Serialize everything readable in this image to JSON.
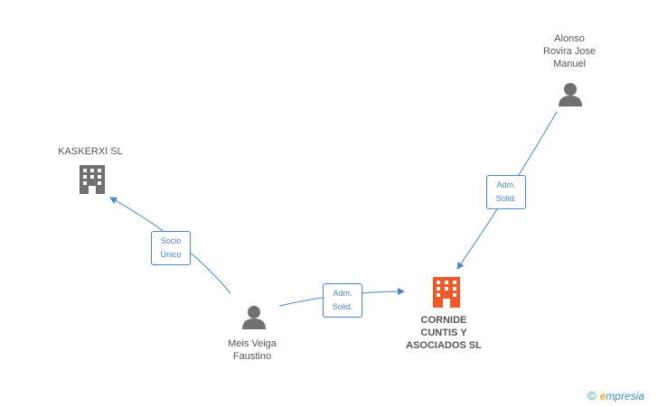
{
  "nodes": [
    {
      "id": "alonso",
      "label": "Alonso\nRovira Jose\nManuel",
      "kind": "person",
      "color": "#707070"
    },
    {
      "id": "kaskerxi",
      "label": "KASKERXI SL",
      "kind": "company",
      "color": "#707070"
    },
    {
      "id": "meis",
      "label": "Meis Veiga\nFaustino",
      "kind": "person",
      "color": "#707070"
    },
    {
      "id": "cornide",
      "label": "CORNIDE\nCUNTIS Y\nASOCIADOS SL",
      "kind": "company",
      "color": "#f05a28"
    }
  ],
  "edges": [
    {
      "from": "meis",
      "to": "kaskerxi",
      "label": "Socio\nÚnico"
    },
    {
      "from": "meis",
      "to": "cornide",
      "label": "Adm.\nSolid."
    },
    {
      "from": "alonso",
      "to": "cornide",
      "label": "Adm.\nSolid."
    }
  ],
  "colors": {
    "edge": "#4a86c8",
    "icon": "#707070",
    "focus": "#f05a28"
  },
  "brand": {
    "copyright": "©",
    "first": "e",
    "rest": "mpresia"
  }
}
